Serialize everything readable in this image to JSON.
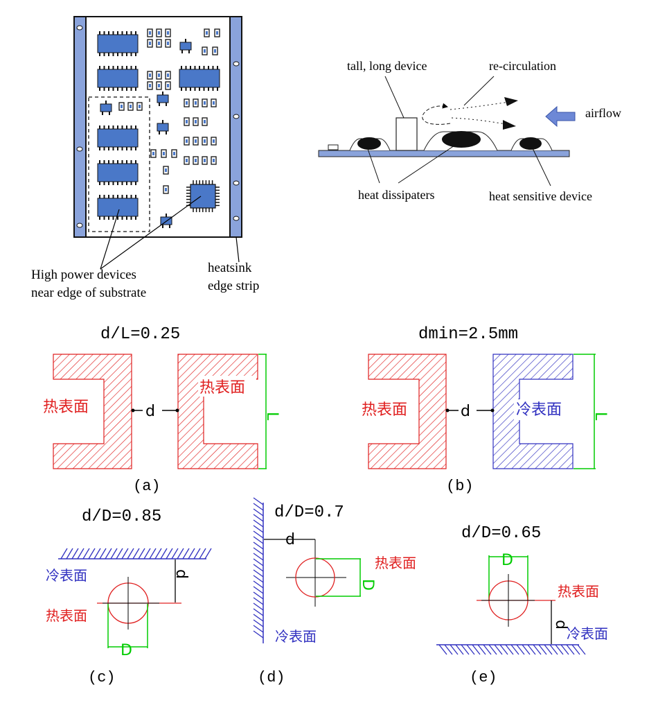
{
  "colors": {
    "board": "#8aa3db",
    "board_stroke": "#1a1a2e",
    "chip": "#4a78c8",
    "hot": "#e02020",
    "cold": "#3030c0",
    "dim": "#00cc00",
    "black": "#000000"
  },
  "pcb": {
    "label_high_power_line1": "High power devices",
    "label_high_power_line2": "near edge of substrate",
    "label_heatsink_line1": "heatsink",
    "label_heatsink_line2": "edge strip"
  },
  "airflow": {
    "label_tall": "tall, long device",
    "label_recirc": "re-circulation",
    "label_airflow": "airflow",
    "label_dissipaters": "heat dissipaters",
    "label_sensitive": "heat sensitive device"
  },
  "panel_a": {
    "title": "d/L=0.25",
    "left_label": "热表面",
    "right_label": "热表面",
    "d": "d",
    "L": "L",
    "caption": "(a)"
  },
  "panel_b": {
    "title": "dmin=2.5mm",
    "left_label": "热表面",
    "right_label": "冷表面",
    "d": "d",
    "L": "L",
    "caption": "(b)"
  },
  "panel_c": {
    "title": "d/D=0.85",
    "cold_label": "冷表面",
    "hot_label": "热表面",
    "d": "d",
    "D": "D",
    "caption": "(c)"
  },
  "panel_d": {
    "title": "d/D=0.7",
    "hot_label": "热表面",
    "cold_label": "冷表面",
    "d": "d",
    "D": "D",
    "caption": "(d)"
  },
  "panel_e": {
    "title": "d/D=0.65",
    "hot_label": "热表面",
    "cold_label": "冷表面",
    "d": "d",
    "D": "D",
    "caption": "(e)"
  }
}
